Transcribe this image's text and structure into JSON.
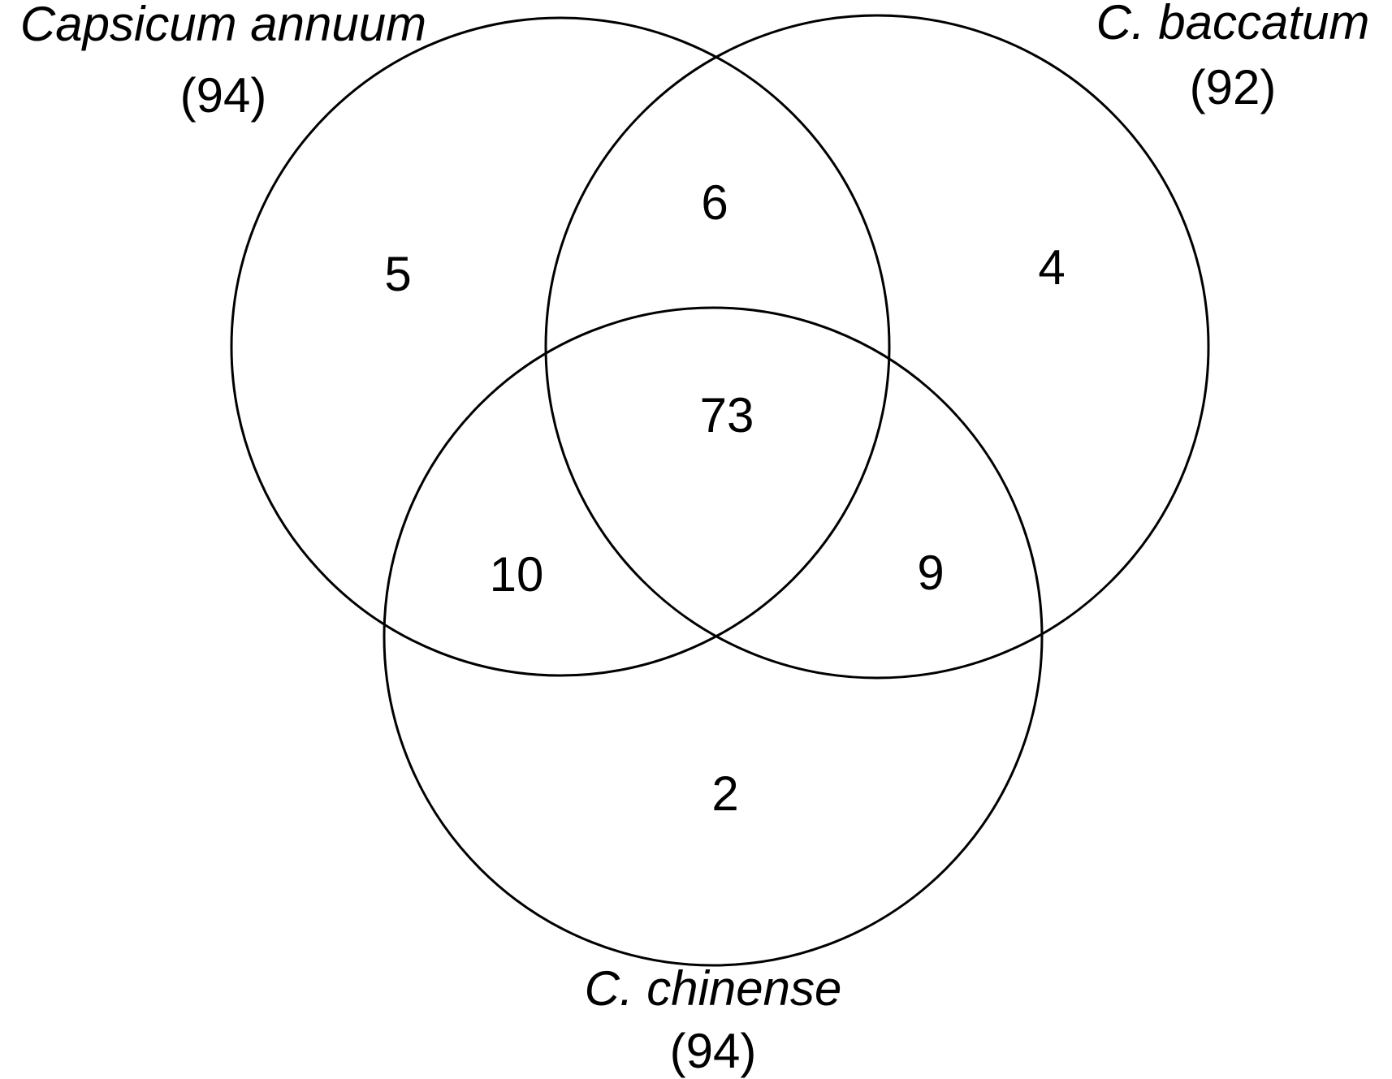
{
  "diagram": {
    "type": "venn-3",
    "sets": [
      {
        "id": "annuum",
        "name": "Capsicum annuum",
        "total": "(94)"
      },
      {
        "id": "baccatum",
        "name": "C. baccatum",
        "total": "(92)"
      },
      {
        "id": "chinense",
        "name": "C. chinense",
        "total": "(94)"
      }
    ],
    "regions": {
      "annuum_only": "5",
      "annuum_baccatum": "6",
      "baccatum_only": "4",
      "all_three": "73",
      "annuum_chinense": "10",
      "baccatum_chinense": "9",
      "chinense_only": "2"
    },
    "colors": {
      "stroke": "#000000",
      "text": "#000000",
      "background": "#ffffff"
    }
  }
}
